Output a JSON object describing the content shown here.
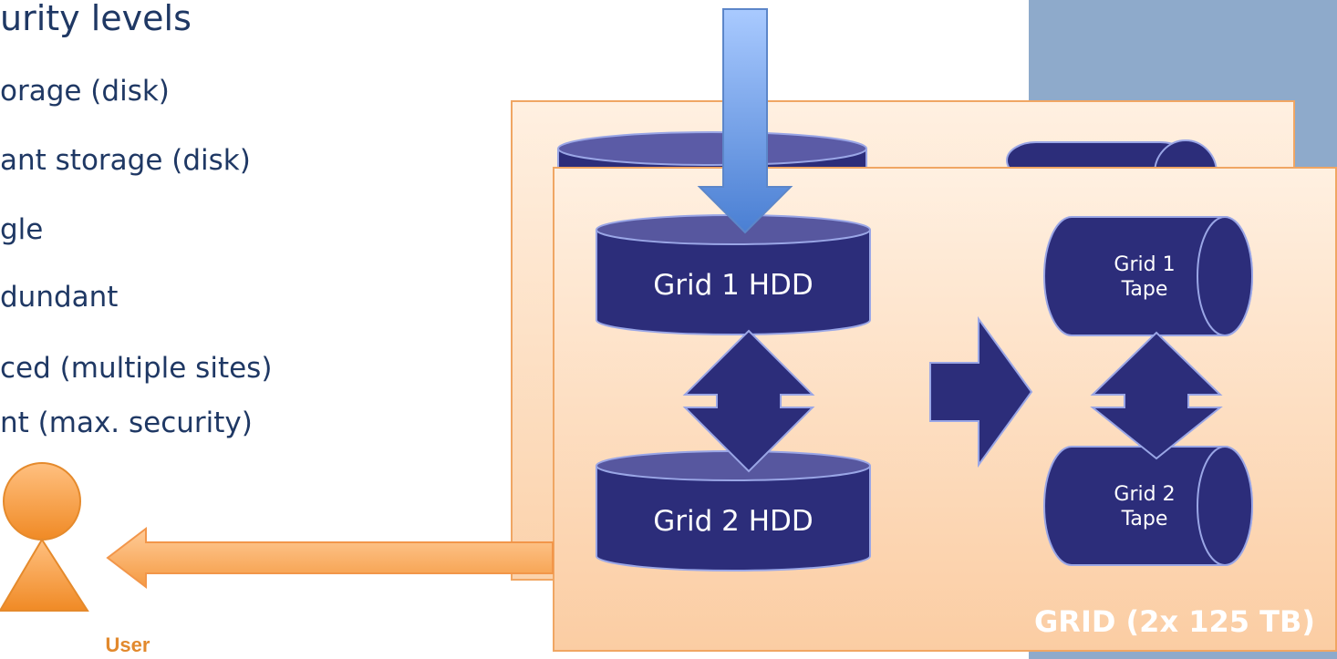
{
  "bullets": [
    "urity levels",
    "orage (disk)",
    "ant storage (disk)",
    "gle",
    "dundant",
    "ced (multiple sites)",
    "nt (max. security)"
  ],
  "panel": {
    "title": "GRID (2x 125 TB)"
  },
  "nodes": {
    "grid1_hdd": "Grid 1 HDD",
    "grid2_hdd": "Grid 2 HDD",
    "grid1_tape": [
      "Grid 1",
      "Tape"
    ],
    "grid2_tape": [
      "Grid 2",
      "Tape"
    ]
  },
  "user": {
    "label": "User"
  },
  "colors": {
    "node_fill": "#2c2d7a",
    "node_stroke": "#9aa6e6",
    "panel_border": "#f0a663",
    "text_navy": "#1f3864",
    "user_orange": "#f39a3c",
    "input_arrow": "#6f9fe6",
    "side_band": "#8eaacb"
  }
}
